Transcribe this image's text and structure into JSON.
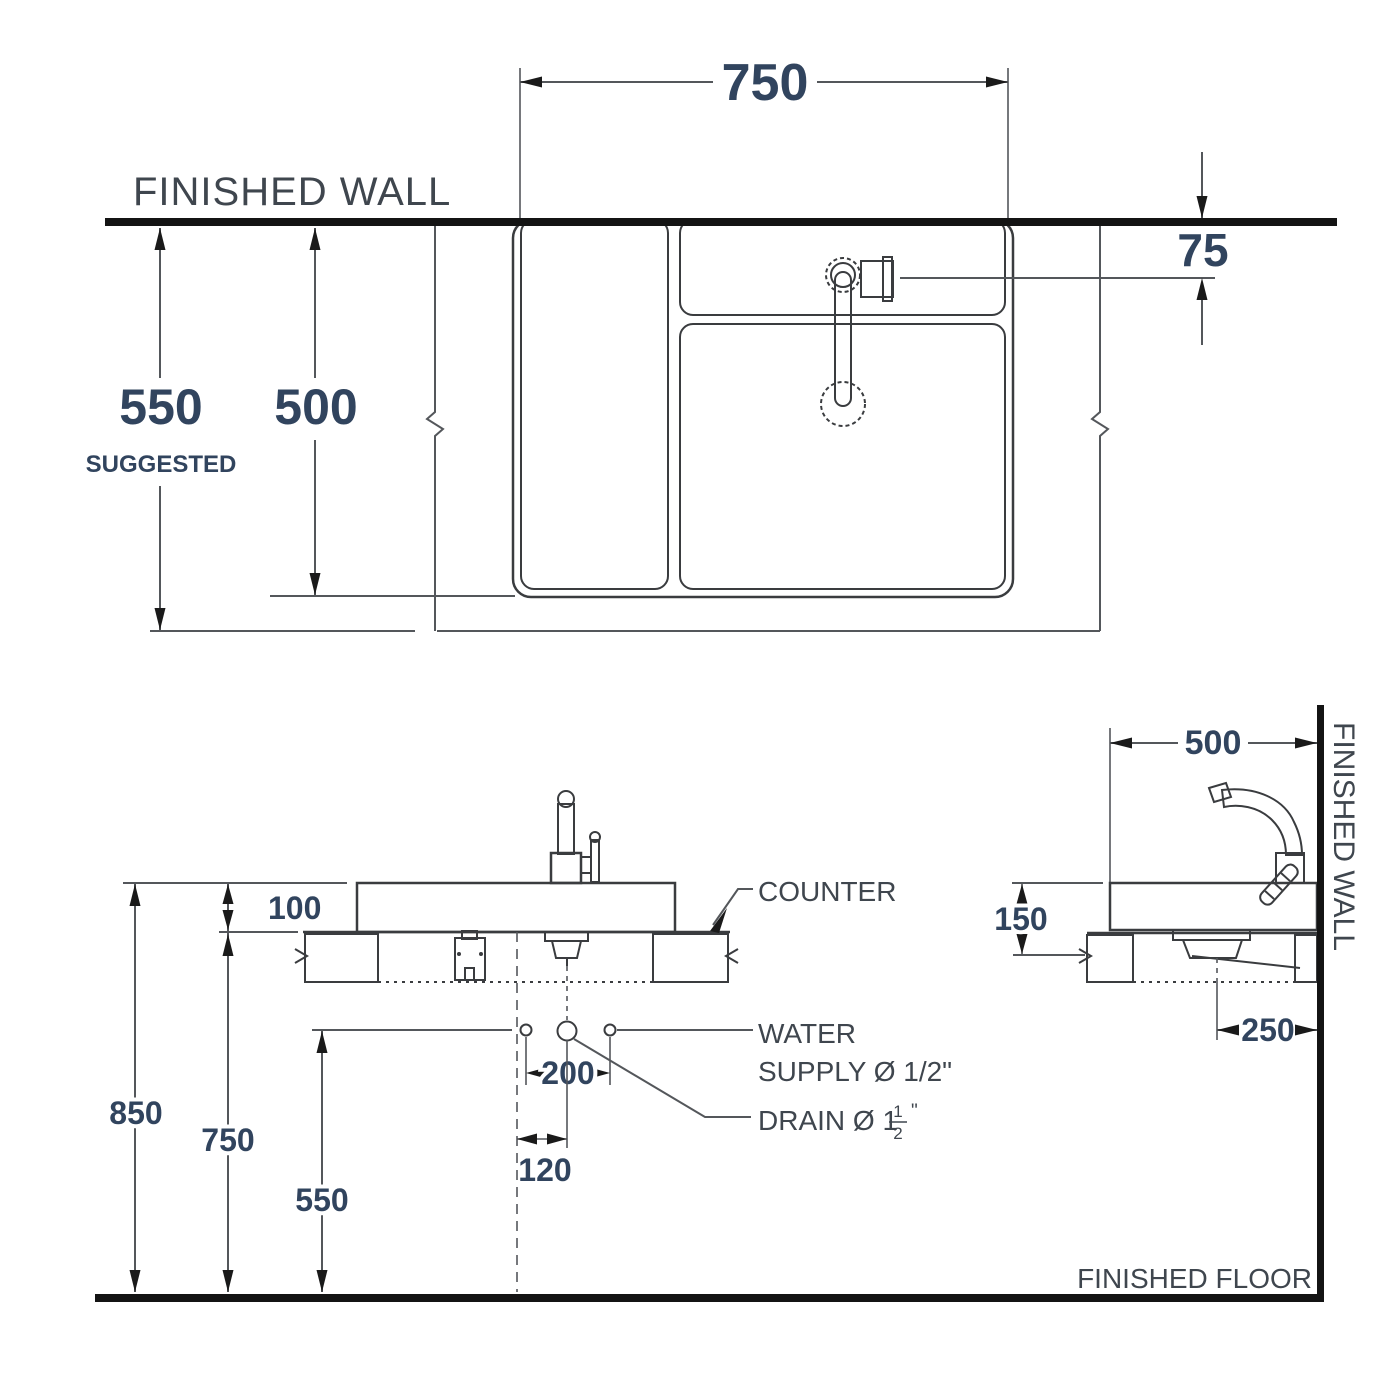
{
  "title": "Basin installation technical drawing",
  "colors": {
    "object_line": "#3a3c3f",
    "dimension_line": "#54575b",
    "heavy_line": "#141414",
    "number_text": "#31445e",
    "label_text": "#3f464e",
    "drain_fill": "#b3b3b3"
  },
  "top_view": {
    "wall_label": "FINISHED WALL",
    "dim_width": "750",
    "dim_depth_suggested": "550",
    "suggested_label": "SUGGESTED",
    "dim_depth": "500",
    "dim_faucet_offset": "75"
  },
  "front_view": {
    "dim_rim_above_counter": "100",
    "dim_rim_height": "850",
    "dim_counter_height": "750",
    "dim_supply_height": "550",
    "dim_supply_spacing": "200",
    "dim_drain_offset": "120",
    "counter_label": "COUNTER",
    "water_supply_label_line1": "WATER",
    "water_supply_label_line2": "SUPPLY Ø 1/2\"",
    "drain_label_prefix": "DRAIN Ø 1",
    "drain_frac_numerator": "1",
    "drain_frac_denominator": "2",
    "drain_inch_mark": "\""
  },
  "side_view": {
    "dim_width": "500",
    "dim_height": "150",
    "dim_drain_to_wall": "250",
    "wall_label": "FINISHED WALL",
    "floor_label": "FINISHED FLOOR"
  }
}
